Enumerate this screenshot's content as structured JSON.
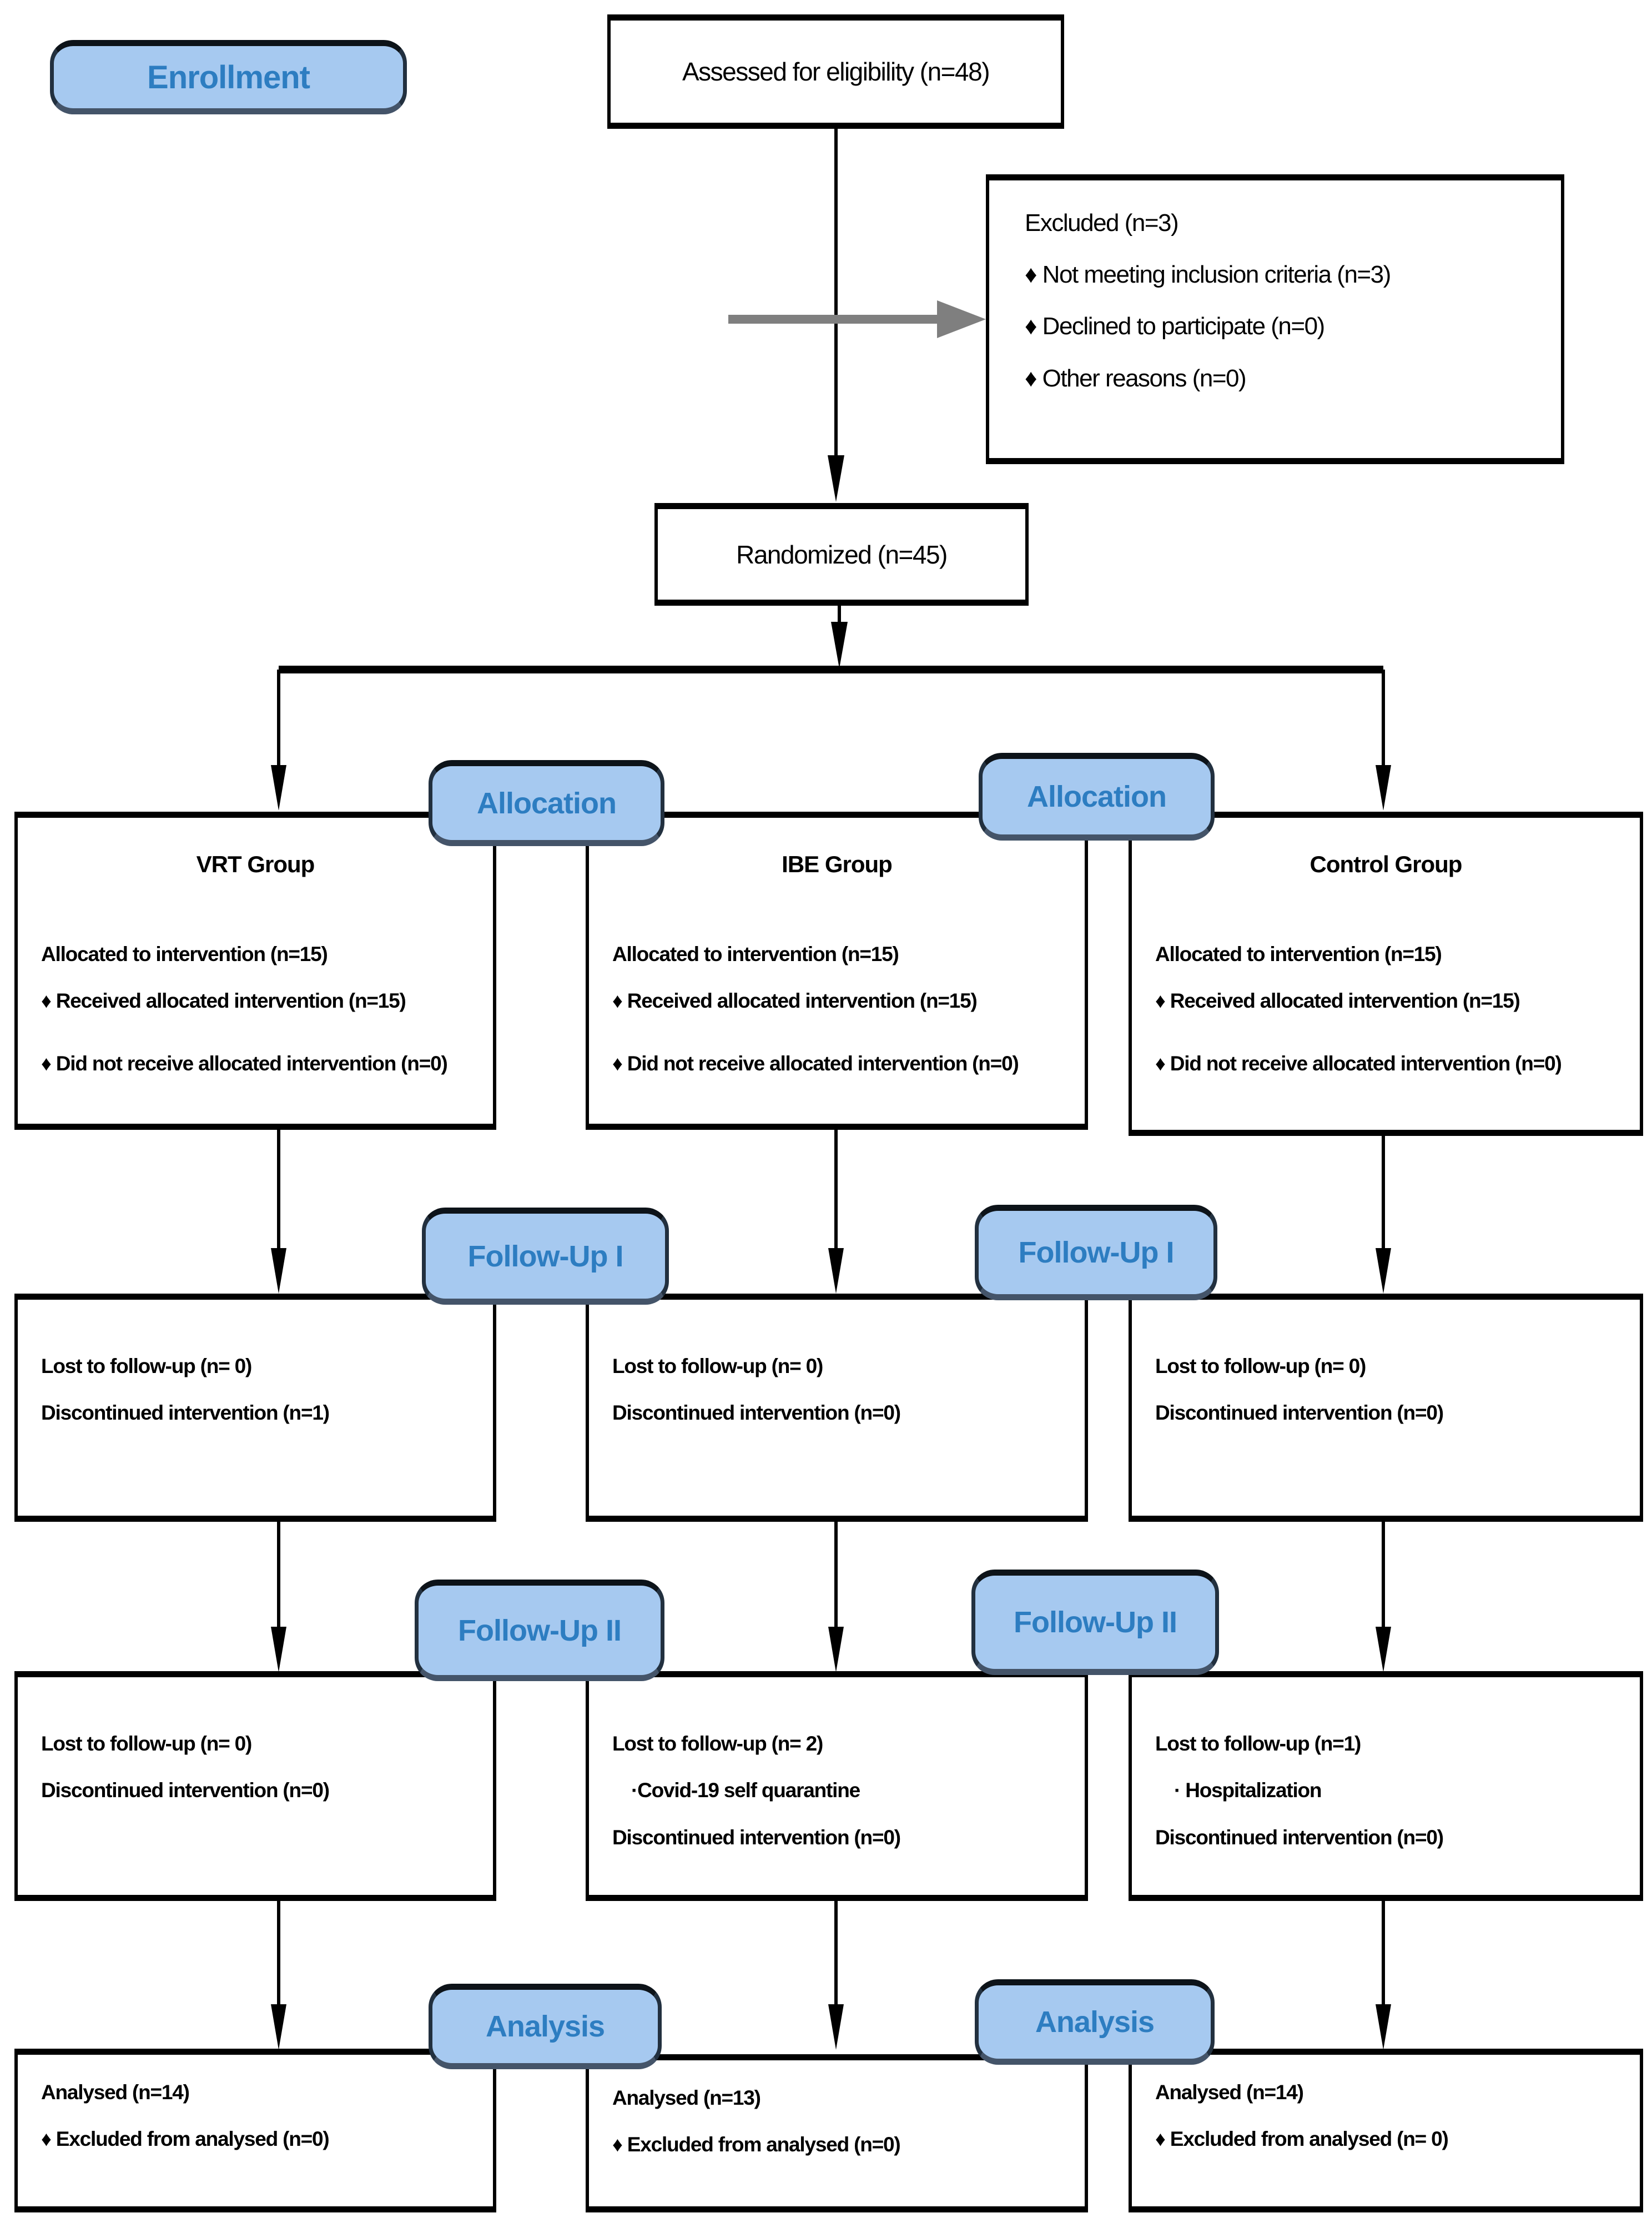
{
  "stages": {
    "enrollment": "Enrollment",
    "allocation": "Allocation",
    "followup1": "Follow-Up I",
    "followup2": "Follow-Up II",
    "analysis": "Analysis"
  },
  "top": {
    "assessed": "Assessed for eligibility (n=48)",
    "randomized": "Randomized (n=45)",
    "excluded": {
      "title": "Excluded  (n=3)",
      "items": [
        "♦ Not meeting inclusion criteria (n=3)",
        "♦ Declined to participate (n=0)",
        "♦ Other reasons (n=0)"
      ]
    }
  },
  "columns": [
    {
      "title": "VRT Group",
      "allocation": {
        "line1": "Allocated to intervention (n=15)",
        "bullet1": "♦ Received allocated intervention  (n=15)",
        "bullet2": "♦ Did not receive allocated intervention (n=0)"
      },
      "followup1": {
        "line1": "Lost to follow-up (n= 0)",
        "line2": "Discontinued intervention (n=1)"
      },
      "followup2": {
        "line1": "Lost to follow-up (n= 0)",
        "line2": "Discontinued intervention (n=0)"
      },
      "analysis": {
        "line1": "Analysed (n=14)",
        "bullet1": "♦ Excluded from analysed (n=0)"
      }
    },
    {
      "title": "IBE Group",
      "allocation": {
        "line1": "Allocated to intervention (n=15)",
        "bullet1": "♦ Received allocated intervention (n=15)",
        "bullet2": "♦ Did not receive allocated intervention (n=0)"
      },
      "followup1": {
        "line1": "Lost to follow-up (n= 0)",
        "line2": "Discontinued intervention (n=0)"
      },
      "followup2": {
        "line1": "Lost to follow-up (n= 2)",
        "reason": "·Covid-19 self quarantine",
        "line2": "Discontinued intervention (n=0)"
      },
      "analysis": {
        "line1": "Analysed (n=13)",
        "bullet1": "♦ Excluded from analysed (n=0)"
      }
    },
    {
      "title": "Control Group",
      "allocation": {
        "line1": "Allocated to intervention (n=15)",
        "bullet1": "♦ Received allocated intervention (n=15)",
        "bullet2": "♦ Did not receive allocated intervention  (n=0)"
      },
      "followup1": {
        "line1": "Lost to follow-up (n= 0)",
        "line2": "Discontinued intervention (n=0)"
      },
      "followup2": {
        "line1": "Lost to follow-up (n=1)",
        "reason": "· Hospitalization",
        "line2": "Discontinued intervention (n=0)"
      },
      "analysis": {
        "line1": "Analysed (n=14)",
        "bullet1": "♦ Excluded from analysed (n= 0)"
      }
    }
  ],
  "colors": {
    "background": "#FFFFFF",
    "box_border": "#000000",
    "badge_fill": "#A6C9F0",
    "badge_border": "#22303F",
    "badge_text": "#2D7DC1",
    "arrow": "#000000",
    "excluded_arrow": "#7F7F7F"
  }
}
